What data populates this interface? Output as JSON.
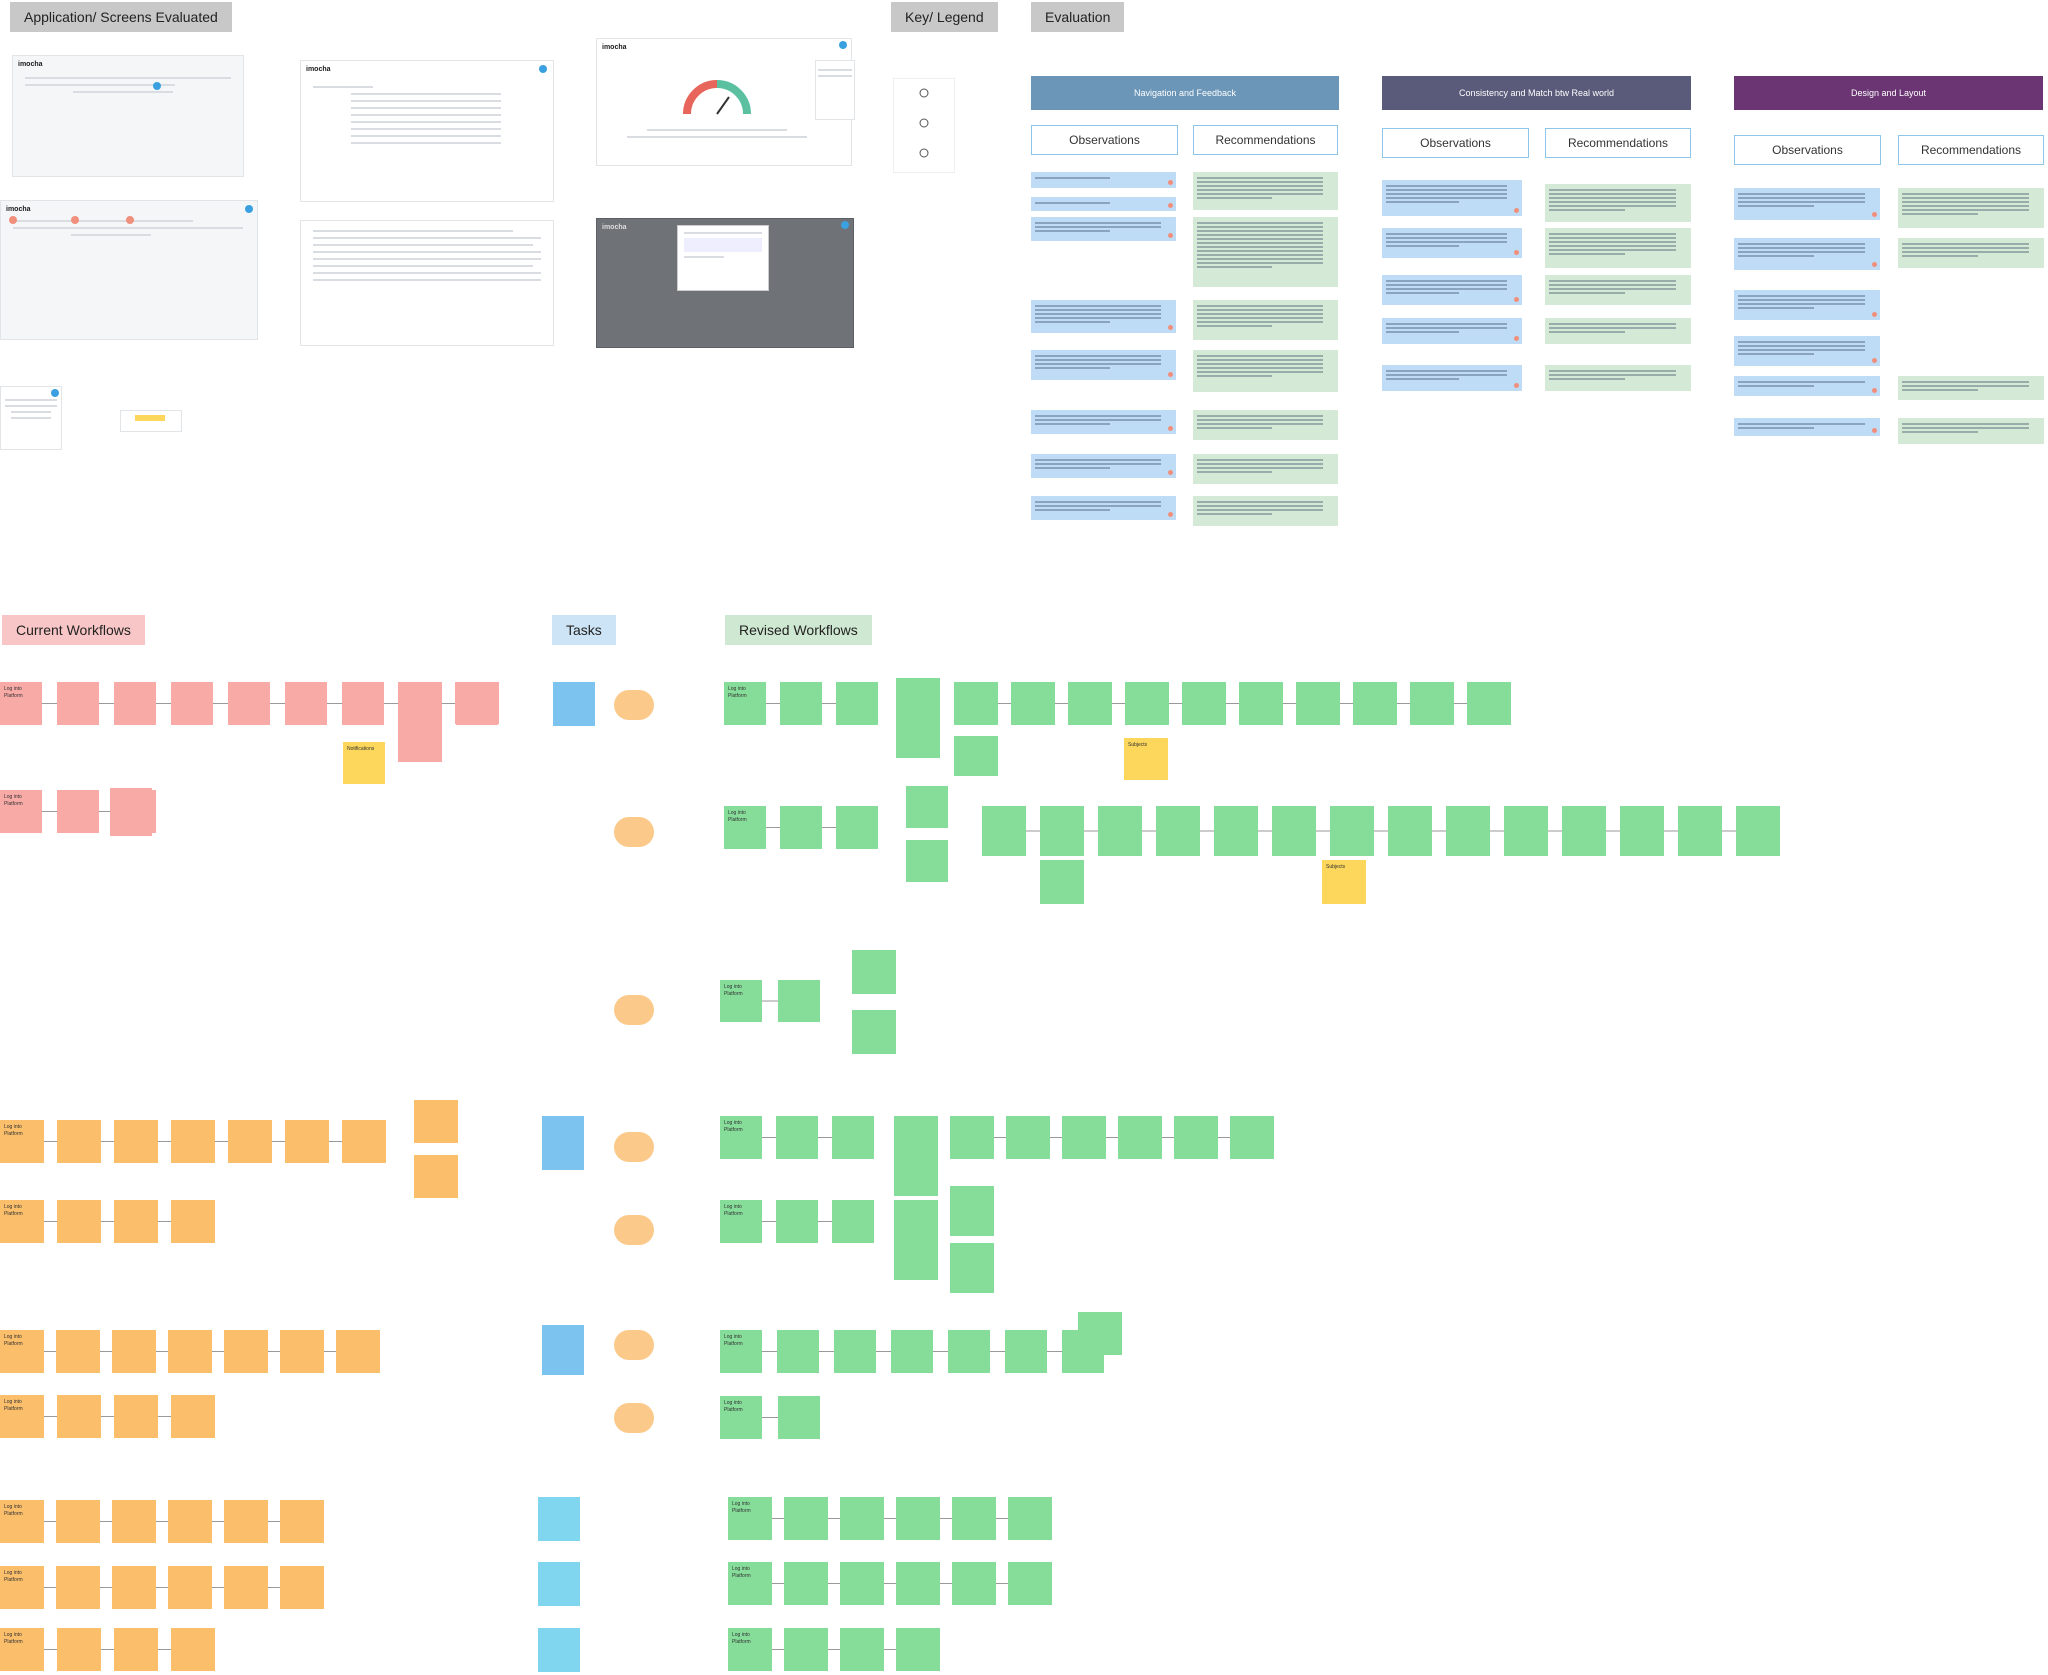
{
  "section_labels": {
    "screens": "Application/ Screens Evaluated",
    "legend": "Key/ Legend",
    "evaluation": "Evaluation",
    "current": "Current Workflows",
    "tasks": "Tasks",
    "revised": "Revised Workflows"
  },
  "app_logo": "imocha",
  "evaluation": {
    "columns": [
      {
        "title": "Navigation and Feedback",
        "color": "#6b96b7"
      },
      {
        "title": "Consistency and Match btw Real world",
        "color": "#5a5a7a"
      },
      {
        "title": "Design and Layout",
        "color": "#6a3572"
      }
    ],
    "observations": "Observations",
    "recommendations": "Recommendations"
  },
  "sticky_texts": {
    "login": "Log into Platform",
    "notifications": "Notifications",
    "subjects": "Subjects"
  },
  "colors": {
    "current": "#f8aaa7",
    "current_alt": "#fbbe6a",
    "revised": "#86dc99",
    "task": "#7cc3ef",
    "highlight": "#fcd75b"
  }
}
